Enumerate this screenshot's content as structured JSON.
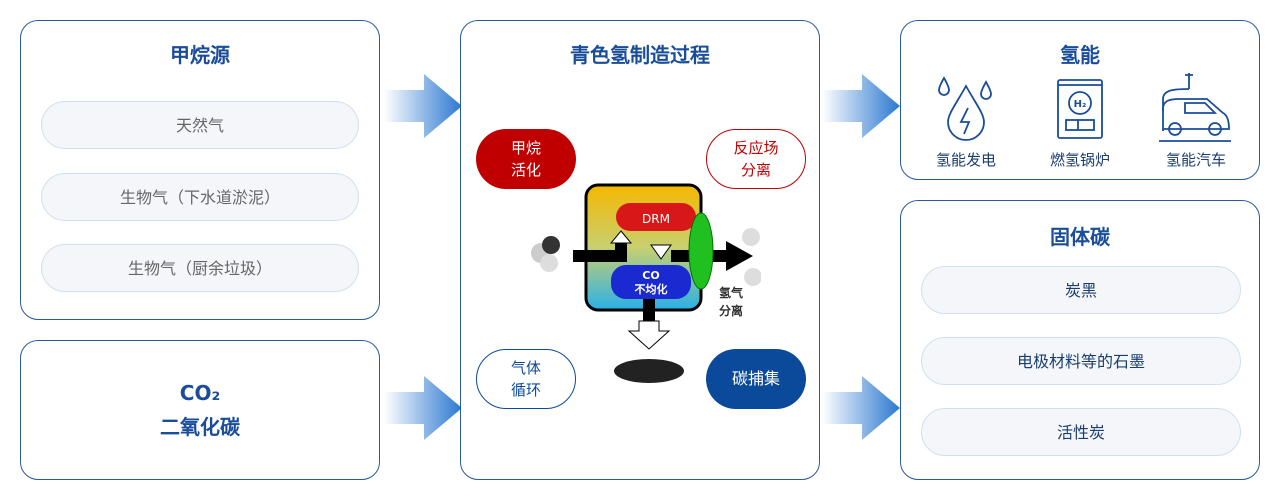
{
  "methane_source": {
    "title": "甲烷源",
    "items": [
      "天然气",
      "生物气（下水道淤泥）",
      "生物气（厨余垃圾）"
    ]
  },
  "co2": {
    "title_line1": "CO₂",
    "title_line2": "二氧化碳"
  },
  "process": {
    "title": "青色氢制造过程",
    "activation": [
      "甲烷",
      "活化"
    ],
    "separation": [
      "反应场",
      "分离"
    ],
    "recycle": [
      "气体",
      "循环"
    ],
    "capture": "碳捕集",
    "drm": "DRM",
    "co_label": [
      "CO",
      "不均化"
    ],
    "h2_sep": [
      "氢气",
      "分离"
    ]
  },
  "hydrogen": {
    "title": "氢能",
    "items": [
      "氢能发电",
      "燃氢锅炉",
      "氢能汽车"
    ],
    "h2_badge": "H₂"
  },
  "solid_carbon": {
    "title": "固体碳",
    "items": [
      "炭黑",
      "电极材料等的石墨",
      "活性炭"
    ]
  },
  "colors": {
    "accent": "#1a4d99",
    "red": "#c00000",
    "blue": "#0b4a9a"
  }
}
